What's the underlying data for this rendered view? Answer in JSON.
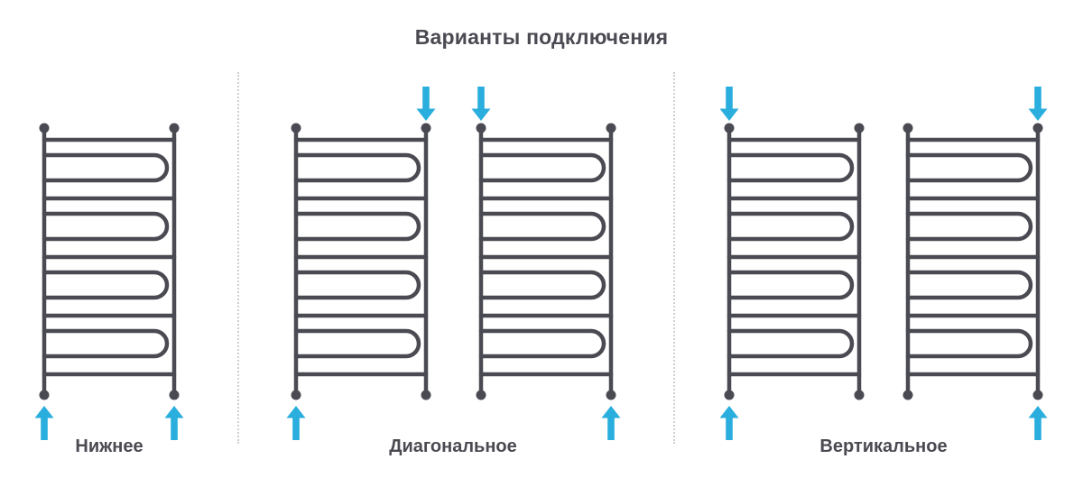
{
  "title": "Варианты подключения",
  "colors": {
    "line": "#4A4A52",
    "text": "#4A4A52",
    "arrow": "#29AEDD",
    "separator": "#CFCFCF",
    "background": "#FFFFFF"
  },
  "groups": [
    {
      "label": "Нижнее",
      "radiators": [
        {
          "arrows": [
            {
              "position": "bottom-left",
              "direction": "up"
            },
            {
              "position": "bottom-right",
              "direction": "up"
            }
          ]
        }
      ]
    },
    {
      "label": "Диагональное",
      "radiators": [
        {
          "arrows": [
            {
              "position": "top-right",
              "direction": "down"
            },
            {
              "position": "bottom-left",
              "direction": "up"
            }
          ]
        },
        {
          "arrows": [
            {
              "position": "top-left",
              "direction": "down"
            },
            {
              "position": "bottom-right",
              "direction": "up"
            }
          ]
        }
      ]
    },
    {
      "label": "Вертикальное",
      "radiators": [
        {
          "arrows": [
            {
              "position": "top-left",
              "direction": "down"
            },
            {
              "position": "bottom-left",
              "direction": "up"
            }
          ]
        },
        {
          "arrows": [
            {
              "position": "top-right",
              "direction": "down"
            },
            {
              "position": "bottom-right",
              "direction": "up"
            }
          ]
        }
      ]
    }
  ]
}
